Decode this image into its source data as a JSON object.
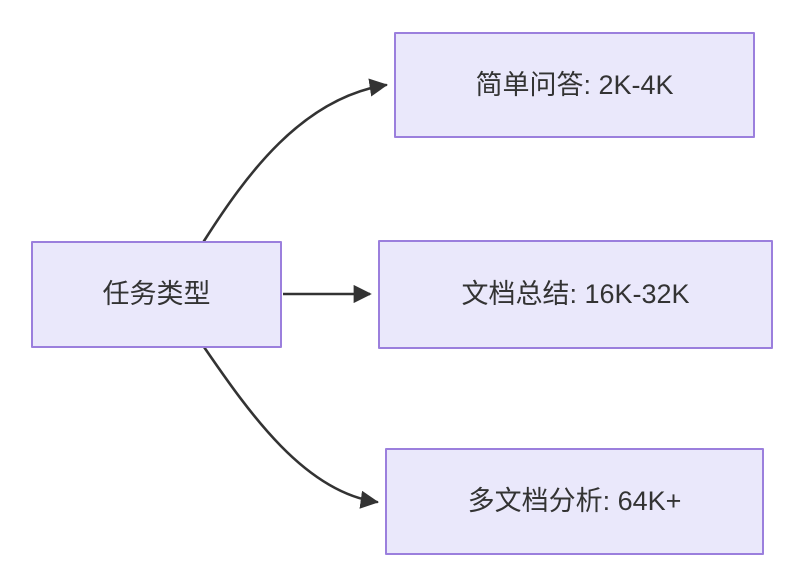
{
  "diagram": {
    "type": "flowchart",
    "direction": "left-to-right",
    "background_color": "#ffffff",
    "node_fill_color": "#eae8fb",
    "node_border_color": "#9b7fdd",
    "edge_color": "#333333",
    "text_color": "#333333",
    "nodes": [
      {
        "id": "source",
        "label": "任务类型",
        "role": "root"
      },
      {
        "id": "qa",
        "label": "简单问答: 2K-4K",
        "role": "branch"
      },
      {
        "id": "summary",
        "label": "文档总结: 16K-32K",
        "role": "branch"
      },
      {
        "id": "multidoc",
        "label": "多文档分析: 64K+",
        "role": "branch"
      }
    ],
    "edges": [
      {
        "from": "source",
        "to": "qa",
        "style": "curved",
        "arrowhead": "filled-triangle"
      },
      {
        "from": "source",
        "to": "summary",
        "style": "straight",
        "arrowhead": "filled-triangle"
      },
      {
        "from": "source",
        "to": "multidoc",
        "style": "curved",
        "arrowhead": "filled-triangle"
      }
    ]
  }
}
